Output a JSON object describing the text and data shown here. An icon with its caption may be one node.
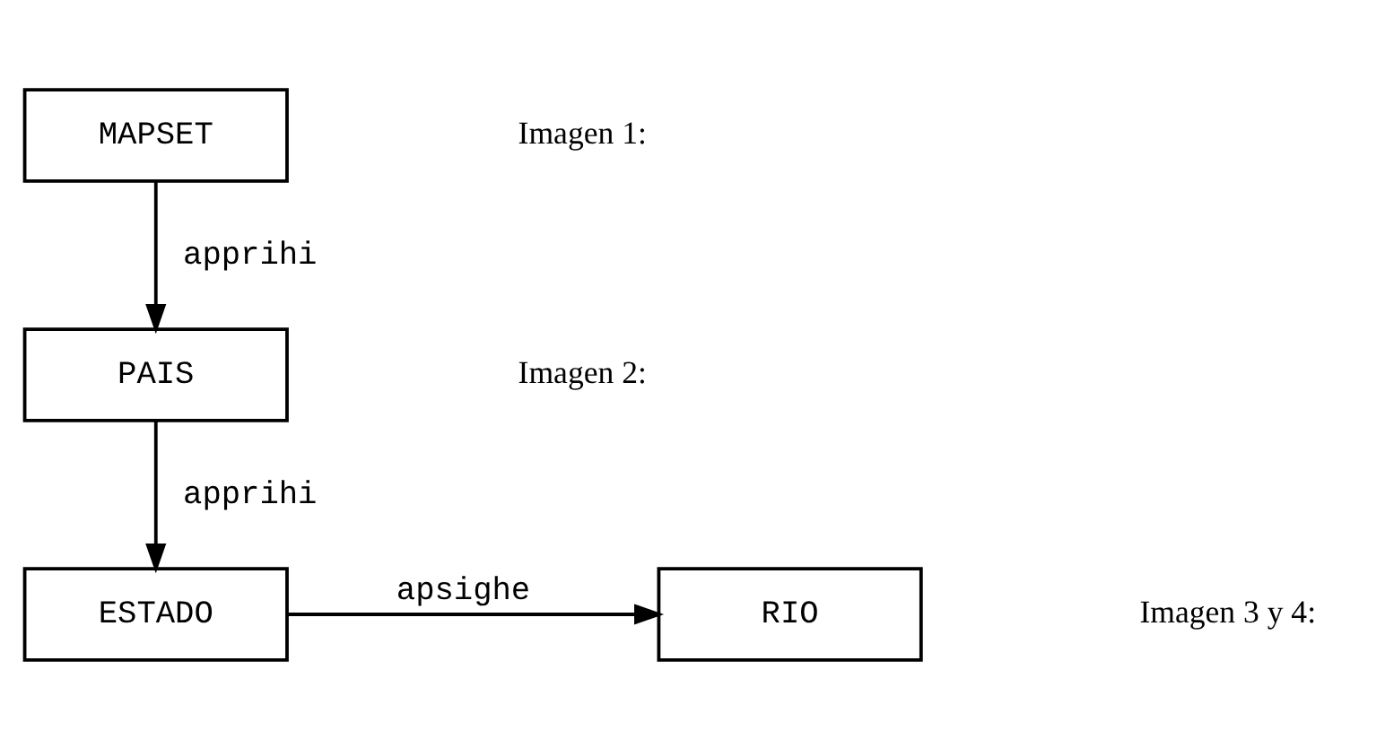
{
  "diagram": {
    "nodes": [
      {
        "text": [
          "MAPSET"
        ]
      },
      {
        "text": [
          "PAIS"
        ]
      },
      {
        "text": [
          "ESTADO"
        ]
      },
      {
        "text": [
          "RIO"
        ]
      }
    ],
    "edges": [
      {
        "from": 0,
        "to": 1,
        "arrow": "to",
        "label": "apprihi"
      },
      {
        "from": 1,
        "to": 2,
        "arrow": "to",
        "label": "apprihi"
      },
      {
        "from": 2,
        "to": 3,
        "arrow": "to",
        "label": "apsighe"
      }
    ],
    "labels": [
      "Imagen 1:",
      "Imagen 2:",
      "Imagen 3 y 4:"
    ]
  }
}
